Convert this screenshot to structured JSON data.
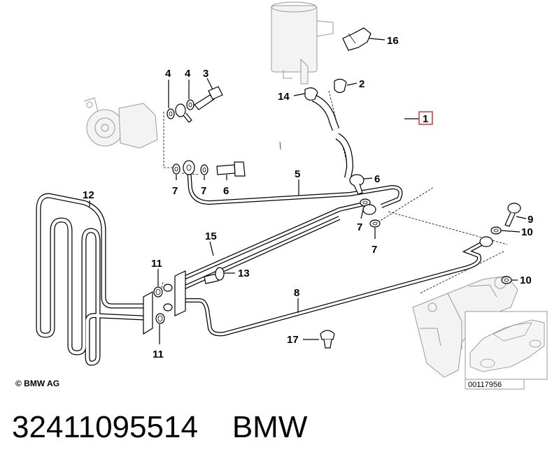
{
  "callouts": {
    "c1": "1",
    "c2": "2",
    "c3": "3",
    "c4a": "4",
    "c4b": "4",
    "c5": "5",
    "c6a": "6",
    "c6b": "6",
    "c7a": "7",
    "c7b": "7",
    "c7c": "7",
    "c7d": "7",
    "c8": "8",
    "c9": "9",
    "c10a": "10",
    "c10b": "10",
    "c11a": "11",
    "c11b": "11",
    "c12": "12",
    "c13": "13",
    "c14": "14",
    "c15": "15",
    "c16": "16",
    "c17": "17"
  },
  "highlight_color": "#d9333f",
  "copyright": "© BMW AG",
  "reference_number": "00117956",
  "caption": {
    "part_number": "32411095514",
    "brand": "BMW"
  }
}
